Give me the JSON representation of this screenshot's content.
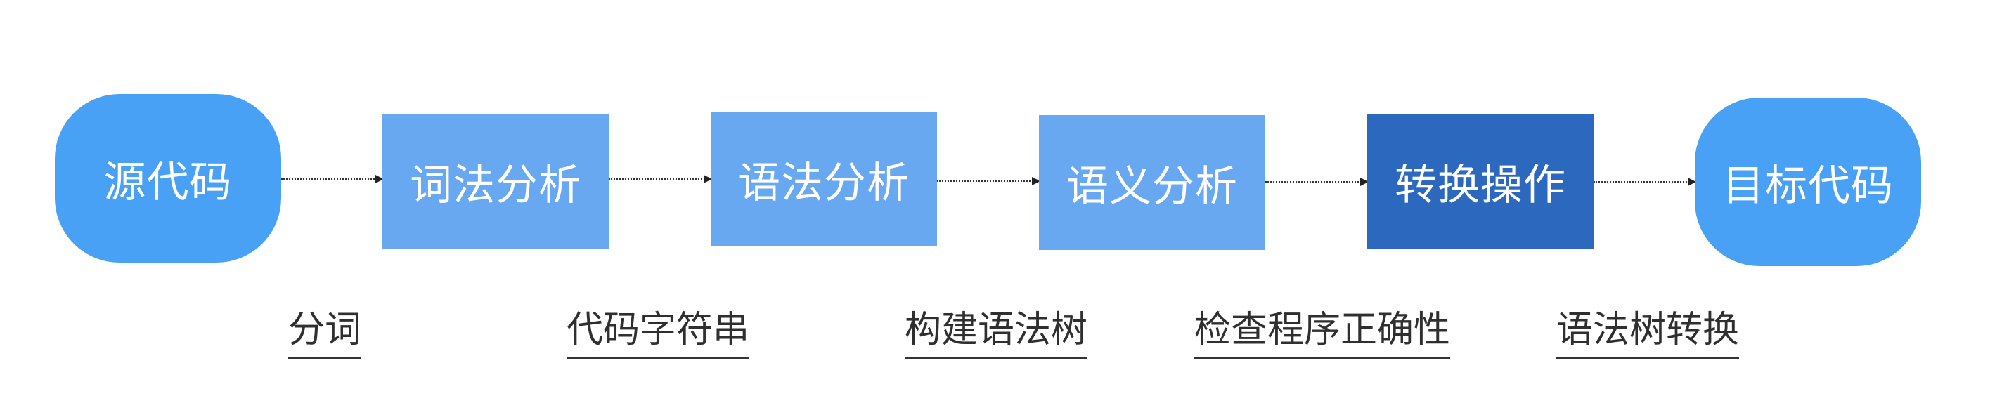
{
  "colors": {
    "terminal": "#48A1F5",
    "step": "#68A8F0",
    "step_highlight": "#2B68BE",
    "text_on_node": "#FFFFFF",
    "annotation_text": "#2F2F2F",
    "connector": "#333333"
  },
  "nodes": [
    {
      "id": "source",
      "label": "源代码",
      "kind": "terminal"
    },
    {
      "id": "lex",
      "label": "词法分析",
      "kind": "step"
    },
    {
      "id": "syn",
      "label": "语法分析",
      "kind": "step"
    },
    {
      "id": "sem",
      "label": "语义分析",
      "kind": "step"
    },
    {
      "id": "trans",
      "label": "转换操作",
      "kind": "step_highlight"
    },
    {
      "id": "target",
      "label": "目标代码",
      "kind": "terminal"
    }
  ],
  "annotations": [
    "分词",
    "代码字符串",
    "构建语法树",
    "检查程序正确性",
    "语法树转换"
  ]
}
